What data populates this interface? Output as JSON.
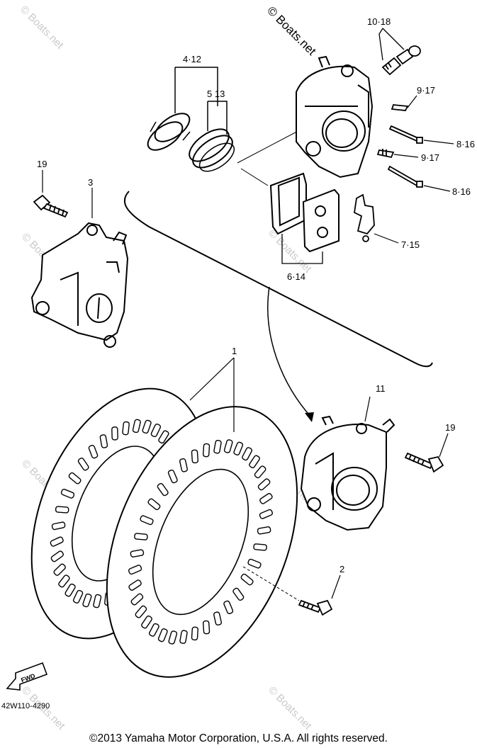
{
  "watermark": "© Boats.net",
  "callouts": {
    "p1": "1",
    "p2": "2",
    "p3": "3",
    "p4_12": "4·12",
    "p5_13": "5 13",
    "p6_14": "6·14",
    "p7_15": "7·15",
    "p8_16_a": "8·16",
    "p8_16_b": "8·16",
    "p9_17_a": "9·17",
    "p9_17_b": "9·17",
    "p10_18": "10·18",
    "p11": "11",
    "p19_left": "19",
    "p19_right": "19"
  },
  "fwd_label": "FWD",
  "diagram_code": "42W110-4290",
  "copyright": "©2013 Yamaha Motor Corporation, U.S.A. All rights reserved."
}
